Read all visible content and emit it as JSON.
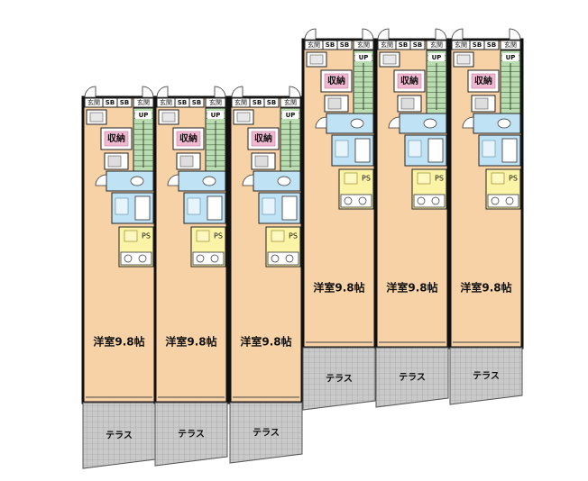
{
  "labels": {
    "genkan": "玄関",
    "sb": "SB",
    "up": "UP",
    "storage": "収納",
    "ps": "PS",
    "room": "洋室9.8帖",
    "terrace": "テラス"
  },
  "units": [
    {
      "id": "unit-1",
      "row": "front"
    },
    {
      "id": "unit-2",
      "row": "front"
    },
    {
      "id": "unit-3",
      "row": "front"
    },
    {
      "id": "unit-4",
      "row": "back"
    },
    {
      "id": "unit-5",
      "row": "back"
    },
    {
      "id": "unit-6",
      "row": "back"
    }
  ],
  "colors": {
    "room": "#f7d2a6",
    "wet": "#bfe3f5",
    "kitchen": "#fbf3a5",
    "terrace": "#c8c8c8",
    "stair": "#b9dcb0",
    "storage": "#f0b8d0",
    "wall": "#111111"
  }
}
